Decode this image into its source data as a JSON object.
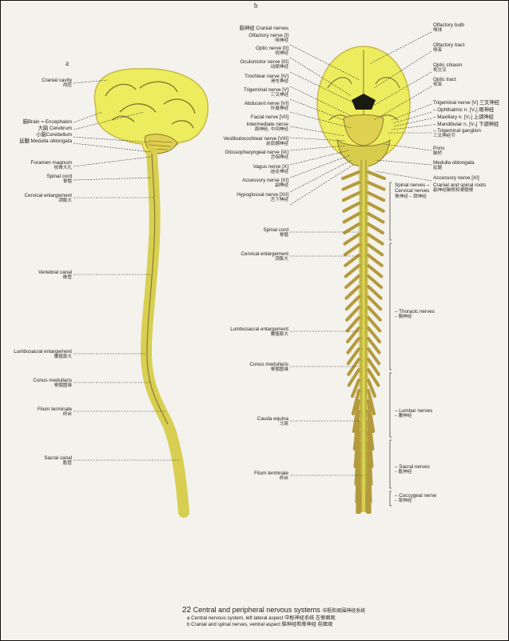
{
  "panels": {
    "a": "a",
    "b": "b"
  },
  "left_labels": [
    {
      "en": "Cranial cavity",
      "cn": "颅腔"
    },
    {
      "en": "脑Brain = Encephalon",
      "cn": ""
    },
    {
      "en": "大脑 Cerebrum",
      "cn": ""
    },
    {
      "en": "小脑Cerebellum",
      "cn": ""
    },
    {
      "en": "延髓 Medulla oblongata",
      "cn": ""
    },
    {
      "en": "Foramen magnum",
      "cn": "枕骨大孔"
    },
    {
      "en": "Spinal cord",
      "cn": "脊髓"
    },
    {
      "en": "Cervical enlargement",
      "cn": "颈膨大"
    },
    {
      "en": "Vertebral canal",
      "cn": "椎管"
    },
    {
      "en": "Lumbosacral enlargement",
      "cn": "腰骶膨大"
    },
    {
      "en": "Conus medullaris",
      "cn": "脊髓圆锥"
    },
    {
      "en": "Filum terminale",
      "cn": "终丝"
    },
    {
      "en": "Sacral canal",
      "cn": "骶管"
    }
  ],
  "mid_labels": [
    {
      "en": "脑神经 Cranial nerves",
      "cn": ""
    },
    {
      "en": "Olfactory nerve [I]",
      "cn": "嗅神经"
    },
    {
      "en": "Optic nerve [II]",
      "cn": "视神经"
    },
    {
      "en": "Oculomotor nerve [III]",
      "cn": "动眼神经"
    },
    {
      "en": "Trochlear nerve [IV]",
      "cn": "滑车神经"
    },
    {
      "en": "Trigeminal nerve [V]",
      "cn": "三叉神经"
    },
    {
      "en": "Abducent nerve [VI]",
      "cn": "外展神经"
    },
    {
      "en": "Facial nerve [VII]",
      "cn": "面神经"
    },
    {
      "en": "Intermediate nerve",
      "cn": "面神经, 中间神经"
    },
    {
      "en": "Vestibulocochlear nerve [VIII]",
      "cn": "前庭蜗神经"
    },
    {
      "en": "Glossopharyngeal nerve [IX]",
      "cn": "舌咽神经"
    },
    {
      "en": "Vagus nerve [X]",
      "cn": "迷走神经"
    },
    {
      "en": "Accessory nerve [XI]",
      "cn": "副神经"
    },
    {
      "en": "Hypoglossal nerve [XII]",
      "cn": "舌下神经"
    },
    {
      "en": "Spinal cord",
      "cn": "脊髓"
    },
    {
      "en": "Cervical enlargement",
      "cn": "颈膨大"
    },
    {
      "en": "Lumbosacral enlargement",
      "cn": "腰骶膨大"
    },
    {
      "en": "Conus medullaris",
      "cn": "脊髓圆锥"
    },
    {
      "en": "Cauda equina",
      "cn": "马尾"
    },
    {
      "en": "Filum terminale",
      "cn": "终丝"
    }
  ],
  "right_labels": [
    {
      "en": "Olfactory bulb",
      "cn": "嗅球"
    },
    {
      "en": "Olfactory tract",
      "cn": "嗅束"
    },
    {
      "en": "Optic chiasm",
      "cn": "视交叉"
    },
    {
      "en": "Optic tract",
      "cn": "视束"
    },
    {
      "en": "Trigeminal nerve [V] 三叉神经",
      "cn": ""
    },
    {
      "en": "– Ophthalmic n. [V₁] 眼神经",
      "cn": ""
    },
    {
      "en": "– Maxillary n. [V₂] 上颌神经",
      "cn": ""
    },
    {
      "en": "– Mandibular n. [V₃] 下颌神经",
      "cn": ""
    },
    {
      "en": "– Trigeminal ganglion",
      "cn": "三叉神经节"
    },
    {
      "en": "Pons",
      "cn": "脑桥"
    },
    {
      "en": "Medulla oblongata",
      "cn": "延髓"
    },
    {
      "en": "Accessory nerve [XI]",
      "cn": ""
    },
    {
      "en": "Cranial and spinal roots",
      "cn": "副神经脑根和脊髓根"
    },
    {
      "en": "Spinal nerves – Cervical nerves",
      "cn": "脊神经 – 颈神经"
    },
    {
      "en": "– Thoracic nerves",
      "cn": "– 胸神经"
    },
    {
      "en": "– Lumbar nerves",
      "cn": "– 腰神经"
    },
    {
      "en": "– Sacral nerves",
      "cn": "– 骶神经"
    },
    {
      "en": "– Coccygeal nerve",
      "cn": "– 尾神经"
    }
  ],
  "caption": {
    "number": "22",
    "title": "Central and peripheral nervous systems",
    "title_cn": "中枢和周围神经系统",
    "line_a": "a   Central nervous system, left lateral aspect   中枢神经系统   左侧面观",
    "line_b": "b   Cranial and spinal nerves, ventral aspect   脑神经和脊神经   前面观"
  },
  "colors": {
    "tissue": "#ecec5e",
    "nerve": "#b49a3c",
    "dark": "#1a1a10",
    "line": "#333333"
  }
}
